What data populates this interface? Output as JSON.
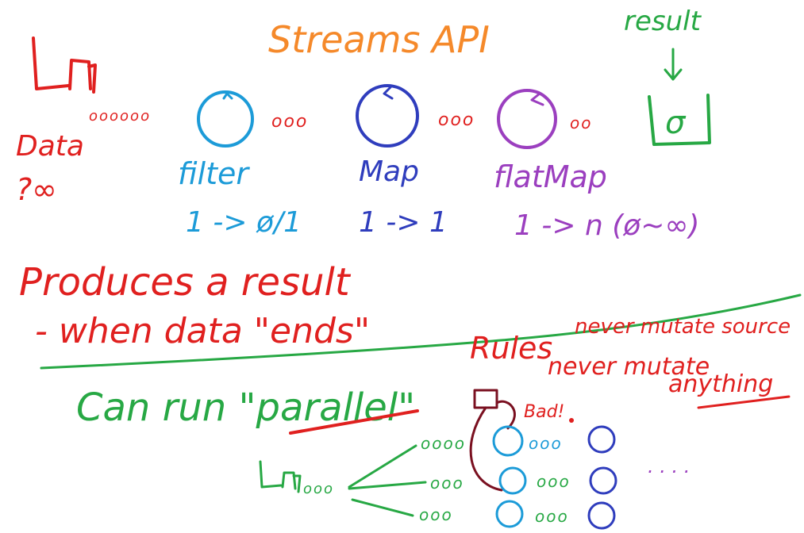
{
  "colors": {
    "orange": "#f5892a",
    "red": "#e0201f",
    "blue": "#1c9bd8",
    "navy": "#2f3dbd",
    "purple": "#9b3fbf",
    "green": "#27a844",
    "maroon": "#7a1020"
  },
  "title": "Streams API",
  "result_label": "result",
  "source_dots": "oooooo",
  "data_label": "Data",
  "data_cardinality": "?∞",
  "stages": [
    {
      "name": "filter",
      "cardinality": "1 -> ø/1",
      "dots": "ooo",
      "color": "blue"
    },
    {
      "name": "Map",
      "cardinality": "1 -> 1",
      "dots": "ooo",
      "color": "navy"
    },
    {
      "name": "flatMap",
      "cardinality": "1 -> n  (ø~∞)",
      "dots": "oo",
      "color": "purple"
    }
  ],
  "result_glyph": "σ",
  "produces_line1": "Produces a result",
  "produces_line2": "- when data \"ends\"",
  "parallel_prefix": "Can run \"",
  "parallel_word": "parallel",
  "parallel_suffix": "\"",
  "rules_label": "Rules",
  "rule1": "never mutate source",
  "rule2": "never mutate",
  "rule3": "anything",
  "bad_label": "Bad!",
  "parallel_source_dots": "ooo",
  "branches": [
    {
      "in_dots": "oooo",
      "out_dots": "ooo"
    },
    {
      "in_dots": "ooo",
      "out_dots": "ooo"
    },
    {
      "in_dots": "ooo",
      "out_dots": "ooo"
    }
  ],
  "ellipsis": ". . . ."
}
